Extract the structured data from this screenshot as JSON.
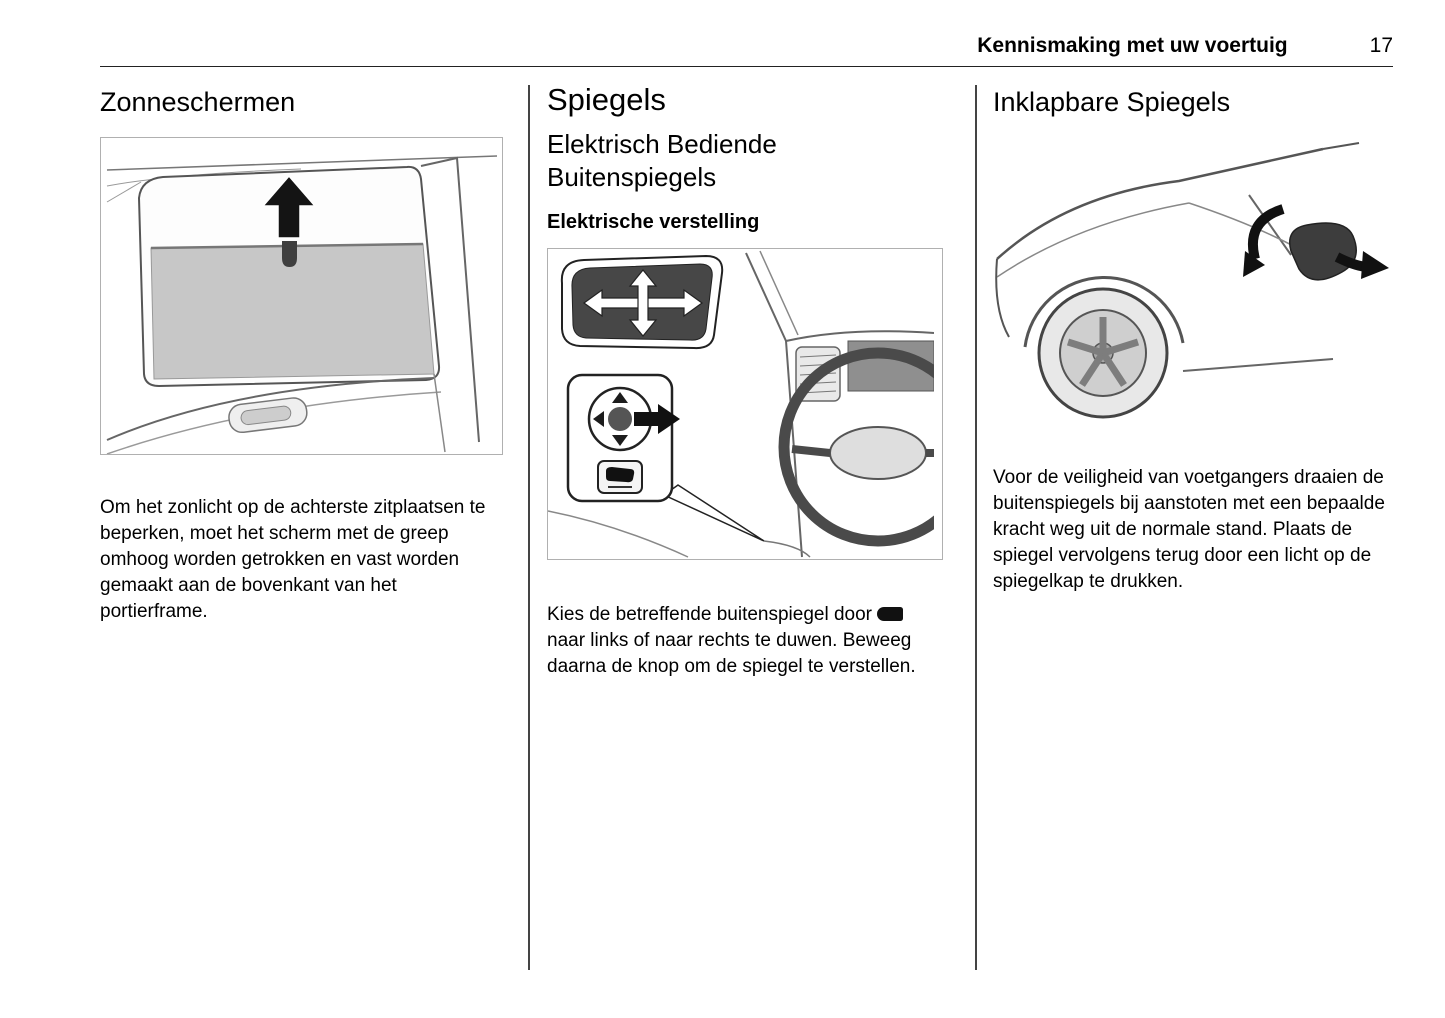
{
  "header": {
    "chapter": "Kennismaking met uw voertuig",
    "page_number": "17"
  },
  "col1": {
    "heading": "Zonneschermen",
    "body": "Om het zonlicht op de achterste zitplaatsen te beperken, moet het scherm met de greep omhoog worden getrokken en vast worden gemaakt aan de bovenkant van het portierframe."
  },
  "col2": {
    "heading": "Spiegels",
    "subheading": "Elektrisch Bediende Buitenspiegels",
    "subsubheading": "Elektrische verstelling",
    "body_before_icon": "Kies de betreffende buitenspiegel door",
    "body_after_icon": "naar links of naar rechts te duwen. Beweeg daarna de knop om de spiegel te verstellen."
  },
  "col3": {
    "heading": "Inklapbare Spiegels",
    "body": "Voor de veiligheid van voetgangers draaien de buitenspiegels bij aanstoten met een bepaalde kracht weg uit de normale stand. Plaats de spiegel vervolgens terug door een licht op de spiegelkap te drukken."
  },
  "icons": {
    "mirror_select": "mirror-select-icon",
    "visor_arrow": "up-arrow-icon"
  },
  "colors": {
    "text": "#000000",
    "rule": "#222222",
    "illustration_gray": "#c7c7c7",
    "mirror_glass": "#454545"
  }
}
